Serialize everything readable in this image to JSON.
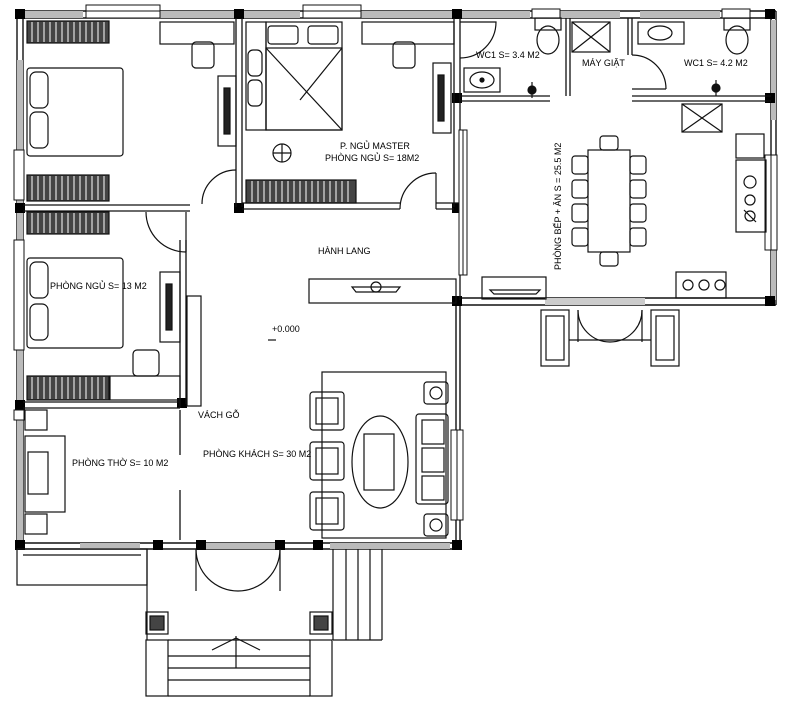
{
  "labels": {
    "master_room": "P. NGỦ MASTER",
    "master_area": "PHÒNG NGỦ S= 18M2",
    "wc1_left": "WC1  S= 3.4 M2",
    "laundry": "MÁY GIẶT",
    "wc1_right": "WC1  S= 4.2 M2",
    "kitchen": "PHÒNG BẾP + ĂN S = 25.5 M2",
    "hallway": "HÀNH LANG",
    "bedroom": "PHÒNG NGỦ S= 13 M2",
    "level": "+0.000",
    "wood_partition": "VÁCH GỖ",
    "altar_room": "PHÒNG THỜ S= 10 M2",
    "living_room": "PHÒNG KHÁCH S= 30 M2"
  },
  "colors": {
    "wall": "#000000",
    "line": "#111111",
    "background": "#ffffff",
    "bed_strip": "#3a3a3a"
  }
}
